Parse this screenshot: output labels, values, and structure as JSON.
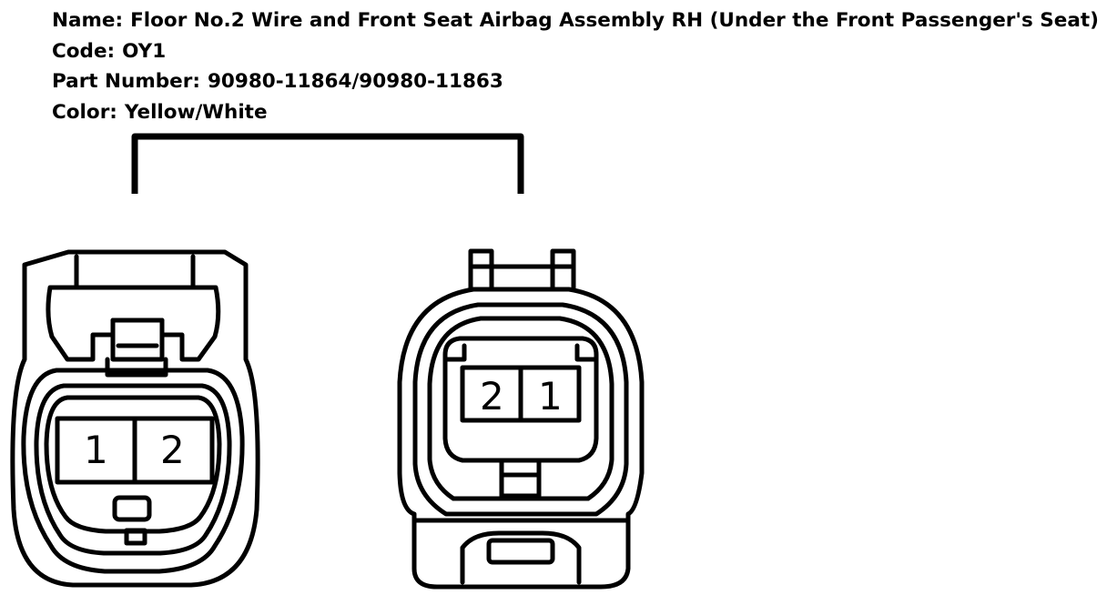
{
  "info": {
    "name_label": "Name:",
    "name_value": "Floor No.2 Wire and Front Seat Airbag Assembly RH (Under the Front Passenger's Seat)",
    "code_label": "Code:",
    "code_value": "OY1",
    "part_label": "Part Number:",
    "part_value": "90980-11864/90980-11863",
    "color_label": "Color:",
    "color_value": "Yellow/White"
  },
  "connector_left": {
    "pins": [
      "1",
      "2"
    ]
  },
  "connector_right": {
    "pins": [
      "2",
      "1"
    ]
  }
}
